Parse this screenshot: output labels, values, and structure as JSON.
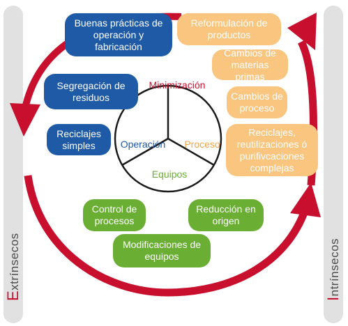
{
  "sides": {
    "left": {
      "first": "E",
      "rest": "xtrínsecos"
    },
    "right": {
      "first": "I",
      "rest": "ntrínsecos"
    }
  },
  "wheel": {
    "top": "Minimización",
    "left": "Operación",
    "right": "Proceso",
    "bottom": "Equipos"
  },
  "blue_boxes": [
    "Buenas prácticas de operación y fabricación",
    "Segregación de residuos",
    "Reciclajes simples"
  ],
  "orange_boxes": [
    "Reformulación de productos",
    "Cambios de materias primas",
    "Cambios de proceso",
    "Reciclajes, reutilizaciones ó purifivcaciones complejas"
  ],
  "green_boxes": [
    "Control de procesos",
    "Reducción en origen",
    "Modificaciones de equipos"
  ],
  "colors": {
    "arrow": "#c8102e",
    "blue": "#1f5aa6",
    "orange": "#f9c57f",
    "green": "#6aaf34",
    "label_red": "#c8102e",
    "label_blue": "#1f5aa6",
    "label_orange": "#f4a54a",
    "label_green": "#6aaf34"
  }
}
